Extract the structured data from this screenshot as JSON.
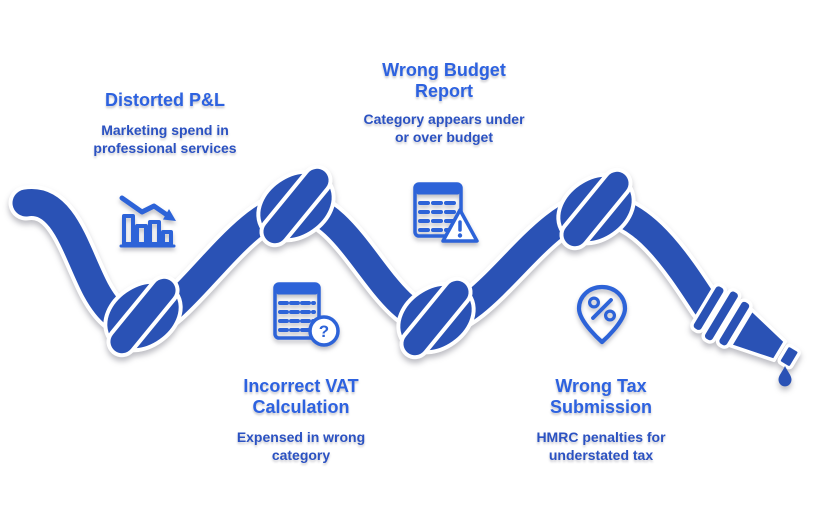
{
  "colors": {
    "rope": "#2a52b5",
    "rope_outline": "#ffffff",
    "icon": "#2d63d8",
    "title_text": "#2d62e0",
    "subtitle_text": "#2b52c2",
    "background": "#ffffff"
  },
  "diagram": {
    "knot_count": 4,
    "items": [
      {
        "icon": "declining-bar-chart-icon",
        "title": "Distorted P&L",
        "subtitle": "Marketing spend in professional services"
      },
      {
        "icon": "budget-spreadsheet-warning-icon",
        "title": "Wrong Budget Report",
        "subtitle": "Category appears under or over budget"
      },
      {
        "icon": "calculator-question-icon",
        "title": "Incorrect VAT Calculation",
        "subtitle": "Expensed in wrong category"
      },
      {
        "icon": "tax-location-pin-icon",
        "title": "Wrong Tax Submission",
        "subtitle": "HMRC penalties for understated tax"
      }
    ],
    "glyphs": {
      "question": "?"
    }
  }
}
